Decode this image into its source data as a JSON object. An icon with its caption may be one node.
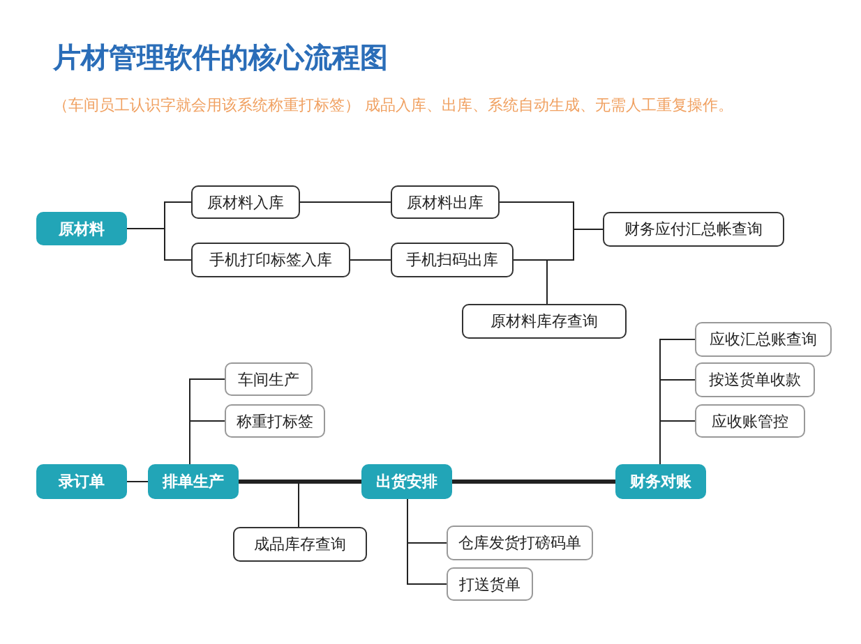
{
  "diagram": {
    "title": "片材管理软件的核心流程图",
    "nodes": [
      {
        "text": [
          "原材料"
        ]
      },
      {
        "text": [
          "原材料入库"
        ]
      },
      {
        "text": [
          "原材料出库"
        ]
      },
      {
        "text": [
          "手机打印标签入库"
        ]
      },
      {
        "text": [
          "手机扫码出库"
        ]
      },
      {
        "text": [
          "财务应付汇总帐查询"
        ]
      },
      {
        "text": [
          "原材料库存查询"
        ]
      },
      {
        "text": [
          "录订单"
        ]
      },
      {
        "text": [
          "排单生产"
        ]
      },
      {
        "text": [
          "车间生产"
        ]
      },
      {
        "text": [
          "称重打标签"
        ]
      },
      {
        "text": [
          "成品库存查询"
        ]
      },
      {
        "text": [
          "出货安排"
        ]
      },
      {
        "text": [
          "仓库发货打磅码单"
        ]
      },
      {
        "text": [
          "打送货单"
        ]
      },
      {
        "text": [
          "财务对账"
        ]
      },
      {
        "text": [
          "应收汇总账查询"
        ]
      },
      {
        "text": [
          "按送货单收款"
        ]
      },
      {
        "text": [
          "应收账管控"
        ]
      }
    ],
    "edges": [
      {
        "from": 0,
        "to": 1,
        "arrow": "none"
      },
      {
        "from": 0,
        "to": 3,
        "arrow": "none"
      },
      {
        "from": 1,
        "to": 2,
        "arrow": "none"
      },
      {
        "from": 3,
        "to": 4,
        "arrow": "none"
      },
      {
        "from": 2,
        "to": 5,
        "arrow": "none"
      },
      {
        "from": 4,
        "to": 5,
        "arrow": "none"
      },
      {
        "from": 4,
        "to": 6,
        "arrow": "none"
      },
      {
        "from": 7,
        "to": 8,
        "arrow": "none"
      },
      {
        "from": 8,
        "to": 12,
        "arrow": "none",
        "style": "thick"
      },
      {
        "from": 12,
        "to": 15,
        "arrow": "none",
        "style": "thick"
      },
      {
        "from": 8,
        "to": 9,
        "arrow": "none"
      },
      {
        "from": 8,
        "to": 10,
        "arrow": "none"
      },
      {
        "from": 8,
        "to": 11,
        "arrow": "none"
      },
      {
        "from": 12,
        "to": 13,
        "arrow": "none"
      },
      {
        "from": 12,
        "to": 14,
        "arrow": "none"
      },
      {
        "from": 15,
        "to": 16,
        "arrow": "none"
      },
      {
        "from": 15,
        "to": 17,
        "arrow": "none"
      },
      {
        "from": 15,
        "to": 18,
        "arrow": "none"
      }
    ],
    "labels": [
      "（车间员工认识字就会用该系统称重打标签） 成品入库、出库、系统自动生成、无需人工重复操作。"
    ]
  }
}
